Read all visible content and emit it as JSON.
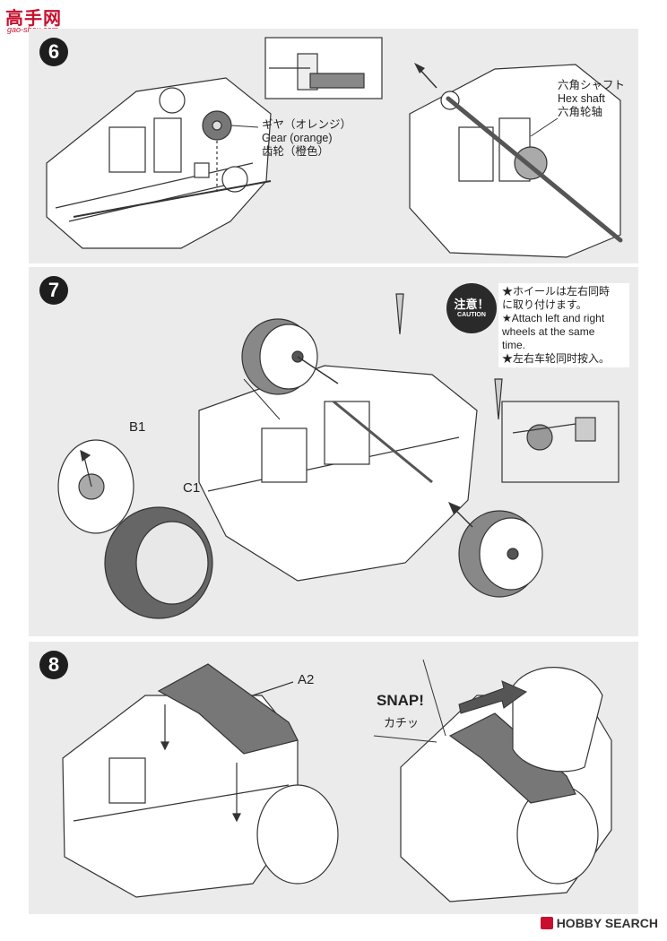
{
  "watermark_top": {
    "cn": "高手网",
    "url": "gao-shou.com"
  },
  "footer_watermark": "HOBBY SEARCH",
  "step6": {
    "number": "6",
    "gear_label": [
      "ギヤ（オレンジ）",
      "Gear (orange)",
      "齿轮（橙色）"
    ],
    "shaft_label": [
      "六角シャフト",
      "Hex shaft",
      "六角轮轴"
    ]
  },
  "step7": {
    "number": "7",
    "part_b1": "B1",
    "part_c1": "C1",
    "badge_line1": "注意！",
    "badge_line2": "CAUTION",
    "caution_lines": [
      "★ホイールは左右同時",
      "に取り付けます。",
      "★Attach left and right",
      "wheels at the same",
      "time.",
      "★左右车轮同时按入。"
    ]
  },
  "step8": {
    "number": "8",
    "part_a2": "A2",
    "snap": "SNAP!",
    "snap_jp": "カチッ"
  }
}
